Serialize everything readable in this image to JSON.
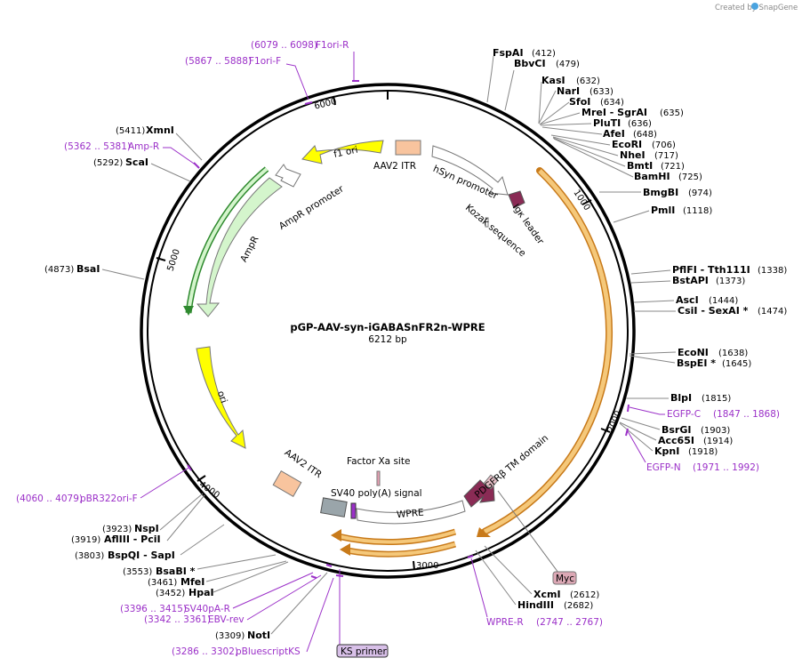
{
  "credit": "Created by SnapGene",
  "plasmid": {
    "name": "pGP-AAV-syn-iGABASnFR2n-WPRE",
    "size": "6212 bp"
  },
  "ticks": [
    "1000",
    "2000",
    "3000",
    "4000",
    "5000",
    "6000"
  ],
  "colors": {
    "backbone": "#000000",
    "orf_orange": "#f5c87a",
    "orf_orange_edge": "#c87a1a",
    "ampr_green": "#d4f5cc",
    "ampr_edge": "#2f8a2f",
    "ori_yellow": "#ffff00",
    "promoter_white": "#ffffff",
    "itr_salmon": "#f8c49e",
    "signal_maroon": "#8a2b55",
    "polyA_gray": "#9aa5aa",
    "primer_purple": "#9b30c8",
    "myc_pink": "#dca8b5"
  },
  "features": {
    "aav2_itr_top": "AAV2 ITR",
    "hsyn_promoter": "hSyn promoter",
    "igk_leader": "Igκ leader",
    "kozak": "Kozak sequence",
    "f1_ori": "f1 ori",
    "ampr_promoter": "AmpR promoter",
    "ampr": "AmpR",
    "ori": "ori",
    "aav2_itr_bottom": "AAV2 ITR",
    "factor_xa": "Factor Xa site",
    "sv40_polya": "SV40 poly(A) signal",
    "wpre": "WPRE",
    "pdgfrb": "PDGFRβ TM domain",
    "myc": "Myc",
    "ks_primer": "KS primer"
  },
  "enzymes_right": [
    {
      "name": "FspAI",
      "pos": "(412)"
    },
    {
      "name": "BbvCI",
      "pos": "(479)"
    },
    {
      "name": "KasI",
      "pos": "(632)"
    },
    {
      "name": "NarI",
      "pos": "(633)"
    },
    {
      "name": "SfoI",
      "pos": "(634)"
    },
    {
      "name": "MreI  - SgrAI",
      "pos": "(635)"
    },
    {
      "name": "PluTI",
      "pos": "(636)"
    },
    {
      "name": "AfeI",
      "pos": "(648)"
    },
    {
      "name": "EcoRI",
      "pos": "(706)"
    },
    {
      "name": "NheI",
      "pos": "(717)"
    },
    {
      "name": "BmtI",
      "pos": "(721)"
    },
    {
      "name": "BamHI",
      "pos": "(725)"
    },
    {
      "name": "BmgBI",
      "pos": "(974)"
    },
    {
      "name": "PmlI",
      "pos": "(1118)"
    },
    {
      "name": "PflFI  - Tth111I",
      "pos": "(1338)"
    },
    {
      "name": "BstAPI",
      "pos": "(1373)"
    },
    {
      "name": "AscI",
      "pos": "(1444)"
    },
    {
      "name": "CsiI  - SexAI *",
      "pos": "(1474)"
    },
    {
      "name": "EcoNI",
      "pos": "(1638)"
    },
    {
      "name": "BspEI *",
      "pos": "(1645)"
    },
    {
      "name": "BlpI",
      "pos": "(1815)"
    },
    {
      "name": "BsrGI",
      "pos": "(1903)"
    },
    {
      "name": "Acc65I",
      "pos": "(1914)"
    },
    {
      "name": "KpnI",
      "pos": "(1918)"
    },
    {
      "name": "XcmI",
      "pos": "(2612)"
    },
    {
      "name": "HindIII",
      "pos": "(2682)"
    }
  ],
  "enzymes_left": [
    {
      "name": "XmnI",
      "pos": "(5411)"
    },
    {
      "name": "ScaI",
      "pos": "(5292)"
    },
    {
      "name": "BsaI",
      "pos": "(4873)"
    },
    {
      "name": "NspI",
      "pos": "(3923)"
    },
    {
      "name": "AflIII  - PciI",
      "pos": "(3919)"
    },
    {
      "name": "BspQI  - SapI",
      "pos": "(3803)"
    },
    {
      "name": "BsaBI *",
      "pos": "(3553)"
    },
    {
      "name": "MfeI",
      "pos": "(3461)"
    },
    {
      "name": "HpaI",
      "pos": "(3452)"
    },
    {
      "name": "NotI",
      "pos": "(3309)"
    }
  ],
  "primers": [
    {
      "name": "F1ori-R",
      "range": "(6079 .. 6098)"
    },
    {
      "name": "F1ori-F",
      "range": "(5867 .. 5888)"
    },
    {
      "name": "Amp-R",
      "range": "(5362 .. 5381)"
    },
    {
      "name": "EGFP-C",
      "range": "(1847 .. 1868)"
    },
    {
      "name": "EGFP-N",
      "range": "(1971 .. 1992)"
    },
    {
      "name": "pBR322ori-F",
      "range": "(4060 .. 4079)"
    },
    {
      "name": "SV40pA-R",
      "range": "(3396 .. 3415)"
    },
    {
      "name": "EBV-rev",
      "range": "(3342 .. 3361)"
    },
    {
      "name": "pBluescriptKS",
      "range": "(3286 .. 3302)"
    },
    {
      "name": "WPRE-R",
      "range": "(2747 .. 2767)"
    }
  ]
}
